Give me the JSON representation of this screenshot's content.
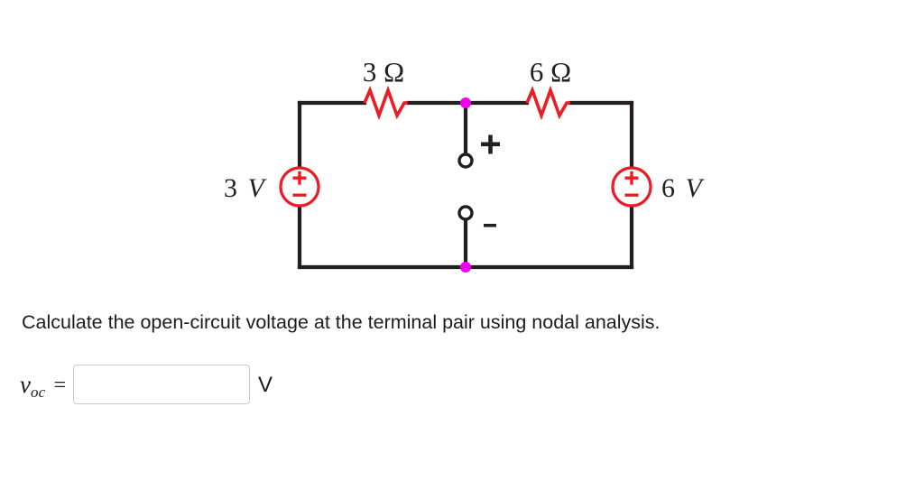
{
  "page": {
    "background_color": "#ffffff",
    "ink_color": "#231f20"
  },
  "circuit": {
    "name": "two-source-resistive-ladder",
    "colors": {
      "wire": "#231f20",
      "resistor": "#ed1c24",
      "source": "#ed1c24",
      "node_dot": "#f000f0",
      "terminal_ring": "#231f20"
    },
    "resistors": [
      {
        "id": "r1",
        "label": "3 Ω",
        "value": 3,
        "unit": "Ω",
        "position": "top-left-branch"
      },
      {
        "id": "r2",
        "label": "6 Ω",
        "value": 6,
        "unit": "Ω",
        "position": "top-right-branch"
      }
    ],
    "sources": [
      {
        "id": "vs-left",
        "label_number": "3",
        "label_unit": "V",
        "label": "3 V",
        "value": 3,
        "unit": "V",
        "plus_sign": "+",
        "minus_sign": "−",
        "polarity": "plus-on-top",
        "position": "left-branch"
      },
      {
        "id": "vs-right",
        "label_number": "6",
        "label_unit": "V",
        "label": "6 V",
        "value": 6,
        "unit": "V",
        "plus_sign": "+",
        "minus_sign": "−",
        "polarity": "plus-on-top",
        "position": "right-branch"
      }
    ],
    "terminals": {
      "top_marker": "+",
      "bottom_marker": "-",
      "description": "open-circuit terminal pair on middle branch"
    }
  },
  "question": {
    "text": "Calculate the open-circuit voltage at the terminal pair using nodal analysis."
  },
  "answer": {
    "variable": "v",
    "subscript": "oc",
    "equals": "=",
    "input_value": "",
    "input_placeholder": "",
    "unit": "V"
  }
}
